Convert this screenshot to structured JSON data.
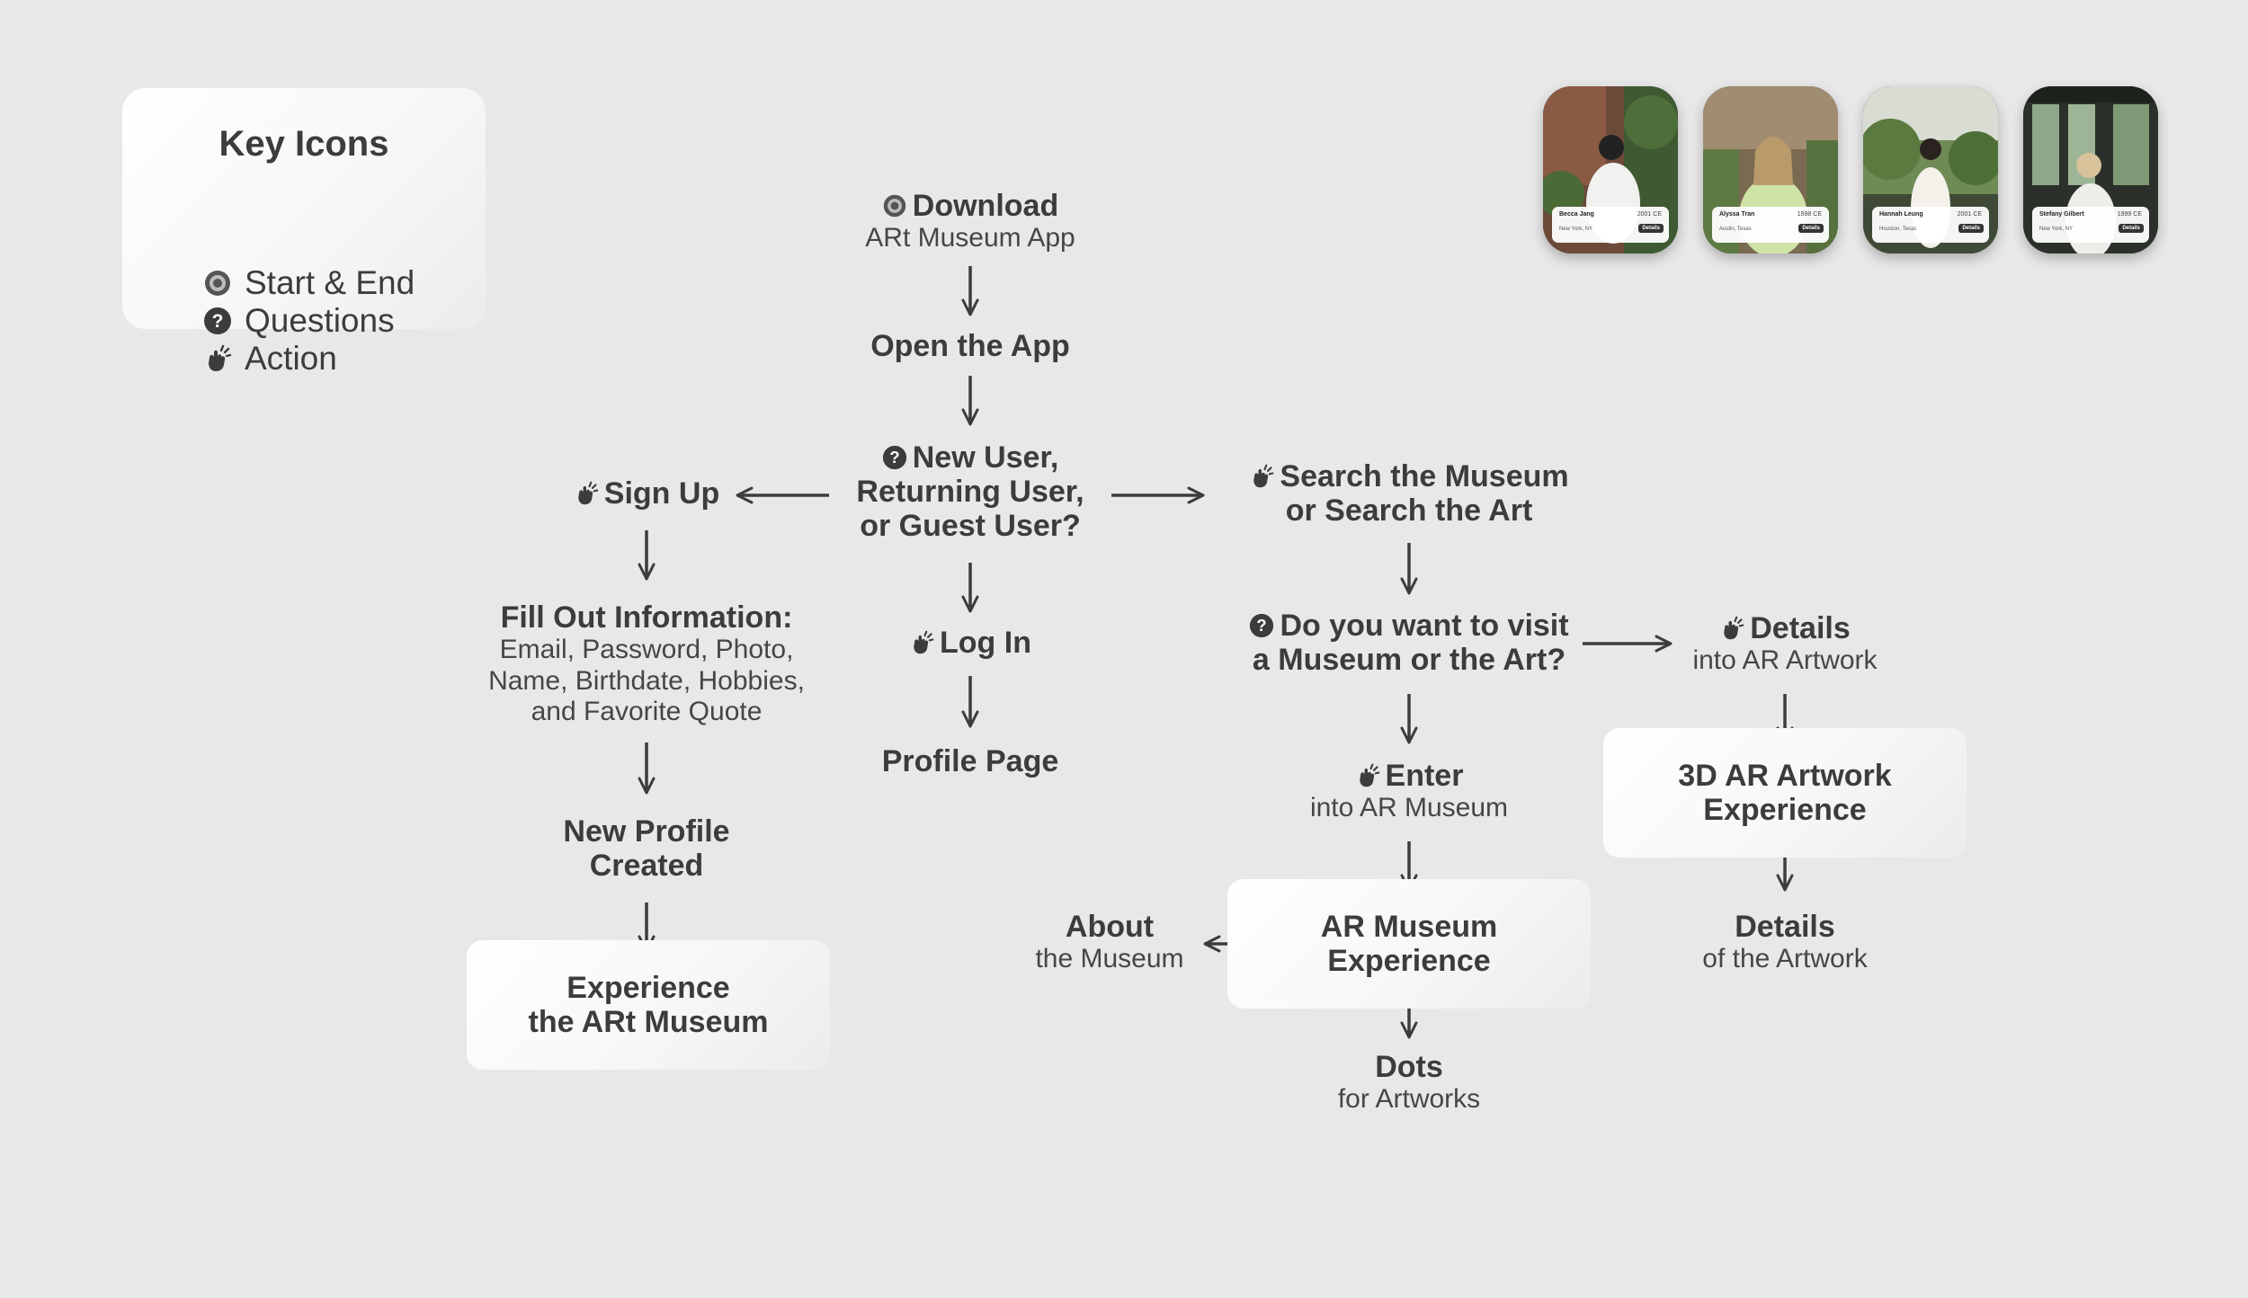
{
  "legend": {
    "title": "Key Icons",
    "items": [
      {
        "icon": "start-end-icon",
        "label": "Start & End"
      },
      {
        "icon": "question-icon",
        "label": "Questions"
      },
      {
        "icon": "action-icon",
        "label": "Action"
      }
    ]
  },
  "nodes": {
    "download": {
      "title": "Download",
      "sub": "ARt Museum App"
    },
    "open_app": {
      "title": "Open the App"
    },
    "new_user": {
      "line1": "New User,",
      "line2": "Returning User,",
      "line3": "or Guest User?"
    },
    "sign_up": {
      "title": "Sign Up"
    },
    "fill_out": {
      "title": "Fill Out Information:",
      "sub1": "Email, Password, Photo,",
      "sub2": "Name, Birthdate, Hobbies,",
      "sub3": "and Favorite Quote"
    },
    "new_profile": {
      "line1": "New Profile",
      "line2": "Created"
    },
    "experience": {
      "line1": "Experience",
      "line2": "the ARt Museum"
    },
    "log_in": {
      "title": "Log In"
    },
    "profile_page": {
      "title": "Profile Page"
    },
    "search": {
      "line1": "Search the Museum",
      "line2": "or Search the Art"
    },
    "visit_q": {
      "line1": "Do you want to visit",
      "line2": "a Museum or the Art?"
    },
    "details_into": {
      "title": "Details",
      "sub": "into AR Artwork"
    },
    "ar3d": {
      "line1": "3D AR Artwork",
      "line2": "Experience"
    },
    "details_of": {
      "title": "Details",
      "sub": "of the Artwork"
    },
    "enter": {
      "title": "Enter",
      "sub": "into AR Museum"
    },
    "ar_museum": {
      "line1": "AR Museum",
      "line2": "Experience"
    },
    "about": {
      "title": "About",
      "sub": "the Museum"
    },
    "dots": {
      "title": "Dots",
      "sub": "for Artworks"
    }
  },
  "phones": [
    {
      "name": "Becca Jang",
      "year": "2001 CE",
      "location": "New York, NY",
      "details": "Details"
    },
    {
      "name": "Alyssa Tran",
      "year": "1998 CE",
      "location": "Austin, Texas",
      "details": "Details"
    },
    {
      "name": "Hannah Leung",
      "year": "2001 CE",
      "location": "Houston, Texas",
      "details": "Details"
    },
    {
      "name": "Stefany Gilbert",
      "year": "1999 CE",
      "location": "New York, NY",
      "details": "Details"
    }
  ],
  "colors": {
    "background": "#e8e8e8",
    "text": "#3c3c3c",
    "box": "#ffffff"
  }
}
